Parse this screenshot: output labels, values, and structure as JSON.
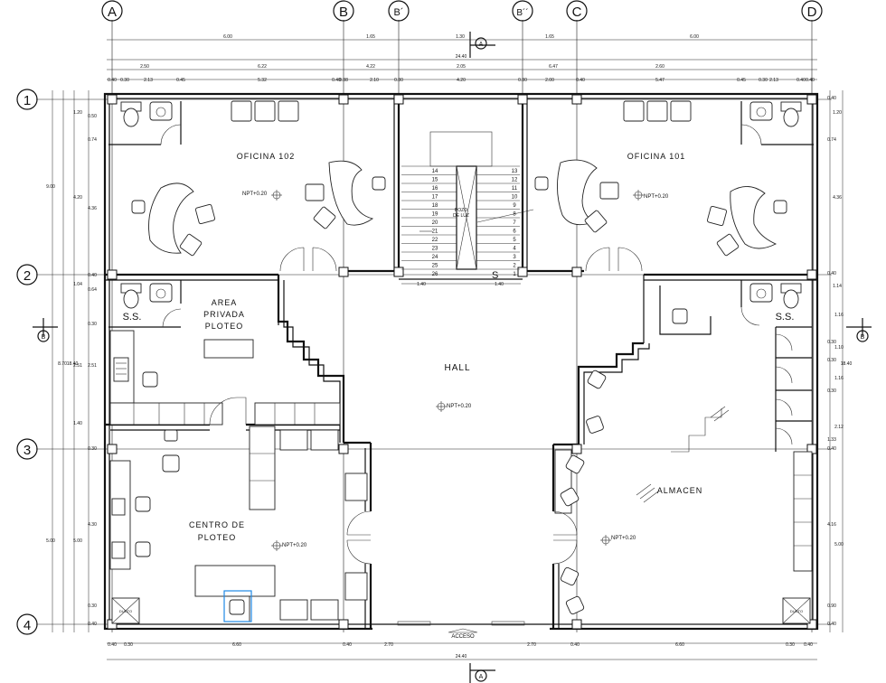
{
  "grid": {
    "columns": [
      "A",
      "B",
      "B´",
      "B´´",
      "C",
      "D"
    ],
    "rows": [
      "1",
      "2",
      "3",
      "4"
    ]
  },
  "rooms": {
    "oficina_102": "OFICINA 102",
    "oficina_101": "OFICINA 101",
    "area_privada_line1": "AREA",
    "area_privada_line2": "PRIVADA",
    "area_privada_line3": "PLOTEO",
    "ss_left": "S.S.",
    "ss_right": "S.S.",
    "hall": "HALL",
    "centro_line1": "CENTRO DE",
    "centro_line2": "PLOTEO",
    "almacen": "ALMACEN",
    "pozo_line1": "POZO",
    "pozo_line2": "DE LUZ",
    "stair_s": "S",
    "acceso": "ACCESO",
    "ducto_left": "DUCTO",
    "ducto_right": "DUCTO"
  },
  "levels": {
    "npt_oficina_102": "NPT+0.20",
    "npt_oficina_101": "NPT+0.20",
    "npt_hall": "NPT+0.20",
    "npt_centro": "NPT+0.20",
    "npt_almacen": "NPT+0.20"
  },
  "section_marks": {
    "top": "A",
    "bottom": "A",
    "left": "B",
    "right": "B"
  },
  "stairs": {
    "left_steps": [
      "14",
      "15",
      "16",
      "17",
      "18",
      "19",
      "20",
      "21",
      "22",
      "23",
      "24",
      "25",
      "26"
    ],
    "right_steps": [
      "13",
      "12",
      "11",
      "10",
      "9",
      "8",
      "7",
      "6",
      "5",
      "4",
      "3",
      "2",
      "1"
    ],
    "left_width": "1.40",
    "right_width": "1.40"
  },
  "dimensions": {
    "top_row1": [
      "6.00",
      "1.65",
      "1.30",
      "1.65",
      "6.00"
    ],
    "top_total": "24.40",
    "top_row3": [
      "0.40",
      "2.13",
      "0.45",
      "5.32",
      "0.38",
      "2.10",
      "4.20",
      "2.00",
      "5.47",
      "0.45",
      "2.13",
      "0.40"
    ],
    "top_row3_extra": [
      "0.30",
      "0.40",
      "0.30",
      "0.30",
      "0.40",
      "0.30",
      "0.40"
    ],
    "top_row2": [
      "2.50",
      "6.22",
      "4.22",
      "2.05",
      "6.47",
      "2.60"
    ],
    "bottom_row1": [
      "0.40",
      "0.30",
      "6.60",
      "0.40",
      "2.70",
      "2.70",
      "0.40",
      "6.60",
      "0.30",
      "0.40"
    ],
    "bottom_total": "24.40",
    "left_outer": [
      "9.00",
      "5.00"
    ],
    "left_mid": [
      "8.70",
      "18.40"
    ],
    "left_row": [
      "1.20",
      "0.50",
      "0.74",
      "4.20",
      "4.36",
      "0.40",
      "1.04",
      "0.64",
      "0.30",
      "2.51",
      "2.51",
      "1.40",
      "0.30",
      "4.30",
      "5.00",
      "0.30",
      "0.40"
    ],
    "right_row": [
      "0.40",
      "1.20",
      "0.74",
      "4.36",
      "0.40",
      "1.14",
      "1.16",
      "0.30",
      "1.10",
      "0.30",
      "1.16",
      "0.30",
      "2.12",
      "1.33",
      "0.40",
      "4.16",
      "5.00",
      "0.90",
      "0.40"
    ],
    "right_mid": [
      "18.40"
    ]
  }
}
